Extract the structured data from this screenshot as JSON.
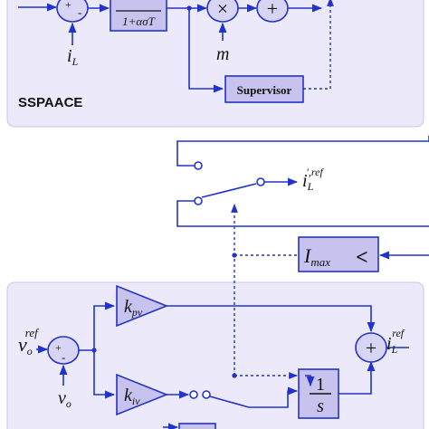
{
  "diagram": {
    "top_panel_label": "SSPAACE",
    "supervisor_label": "Supervisor",
    "top_filter_den": "1+ασT",
    "sum_sign_plus": "+",
    "sum_sign_minus": "-",
    "times_sign": "×",
    "big_plus": "+",
    "iL_label": "i",
    "iL_sub": "L",
    "m_label": "m",
    "iL_ref_mid_sup": "′,ref",
    "iL_ref_mid": "i",
    "iL_ref_mid_sub": "L",
    "imax_label": "I",
    "imax_sub": "max",
    "imax_op": "<",
    "kpv": "k",
    "kpv_sub": "pv",
    "kiv": "k",
    "kiv_sub": "iv",
    "integrator_num": "1",
    "integrator_den": "s",
    "vo_ref": "v",
    "vo_ref_sub": "o",
    "vo_ref_sup": "ref",
    "vo_label": "v",
    "vo_sub": "o",
    "iL_ref_out_sup": "ref",
    "iL_ref_out": "i",
    "iL_ref_out_sub": "L"
  },
  "colors": {
    "wire": "#2233cc",
    "panel": "#ece9fb",
    "block": "#c7c2ee"
  }
}
